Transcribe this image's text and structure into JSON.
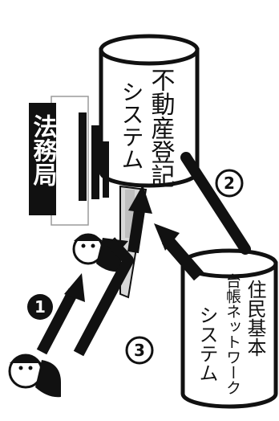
{
  "office": {
    "label": "法務局"
  },
  "systems": {
    "registry_line1": "不動産登記",
    "registry_line2": "システム",
    "juki_line1": "住民基本",
    "juki_line2": "台帳ネットワーク",
    "juki_line3": "システム"
  },
  "steps": {
    "one": "1",
    "two": "2",
    "three": "3"
  },
  "colors": {
    "ink": "#111111",
    "paper": "#ffffff",
    "gray": "#9a9a9a"
  }
}
